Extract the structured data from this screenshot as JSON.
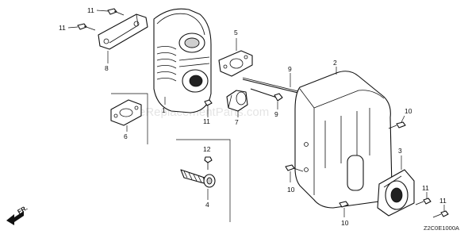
{
  "labels": {
    "bolt_upper_1": "11",
    "bolt_upper_2": "11",
    "bracket": "8",
    "muffler_gasket_top": "5",
    "muffler_body": "1",
    "stud_bolt": "9",
    "muffler_protector": "2",
    "gasket_lower": "6",
    "bolt_lower_small": "11",
    "nut_collar": "7",
    "bolt_center": "9",
    "bolt_right": "10",
    "spark_screw": "12",
    "spark_arrester": "4",
    "exhaust_outlet": "3",
    "bolt_bottom_left": "10",
    "bolt_bottom_mid": "10",
    "bolt_outlet_1": "11",
    "bolt_outlet_2": "11"
  },
  "watermark": "eReplacementParts.com",
  "diagram_code": "Z2C0E1000A",
  "direction_label": "FR."
}
